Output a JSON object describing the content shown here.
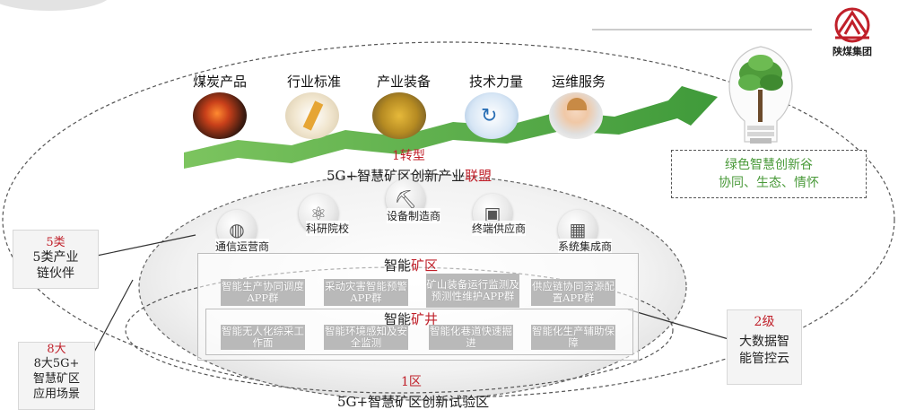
{
  "logo": {
    "text": "陕煤集团",
    "icon": "logo-emblem-icon",
    "color": "#c0202a"
  },
  "top_categories": [
    {
      "label": "煤炭产品",
      "icon": "coal-image"
    },
    {
      "label": "行业标准",
      "icon": "standards-image"
    },
    {
      "label": "产业装备",
      "icon": "excavator-image"
    },
    {
      "label": "技术力量",
      "icon": "technology-image"
    },
    {
      "label": "运维服务",
      "icon": "service-person-image"
    }
  ],
  "transformation": {
    "number": "1",
    "label": "转型"
  },
  "alliance_title_plain": "5G+智慧矿区创新产业",
  "alliance_title_red": "联盟",
  "green_valley": {
    "line1": "绿色智慧创新谷",
    "line2": "协同、生态、情怀",
    "color": "#4a9a3a"
  },
  "partners": [
    {
      "label": "科研院校",
      "icon": "atom-icon"
    },
    {
      "label": "设备制造商",
      "icon": "excavator-icon"
    },
    {
      "label": "终端供应商",
      "icon": "terminal-icon"
    },
    {
      "label": "通信运营商",
      "icon": "globe-icon"
    },
    {
      "label": "系统集成商",
      "icon": "qr-code-icon"
    }
  ],
  "zone": {
    "title_plain": "智能",
    "title_red": "矿区",
    "apps": [
      "智能生产协同调度APP群",
      "采动灾害智能预警APP群",
      "矿山装备运行监测及预测性维护APP群",
      "供应链协同资源配置APP群"
    ]
  },
  "well": {
    "title_plain": "智能",
    "title_red": "矿井",
    "apps": [
      "智能无人化综采工作面",
      "智能环境感知及安全监测",
      "智能化巷道快速掘进",
      "智能化生产辅助保障"
    ]
  },
  "left_box_1": {
    "red": "5类",
    "text1": "5类产业",
    "text2": "链伙伴"
  },
  "left_box_2": {
    "red": "8大",
    "text1": "8大5G+",
    "text2": "智慧矿区",
    "text3": "应用场景"
  },
  "right_box": {
    "red": "2级",
    "text1": "大数据智",
    "text2": "能管控云"
  },
  "bottom": {
    "number": "1",
    "label": "区",
    "text": "5G+智慧矿区创新试验区"
  },
  "colors": {
    "accent": "#c0202a",
    "arrow": "#5aa548"
  }
}
